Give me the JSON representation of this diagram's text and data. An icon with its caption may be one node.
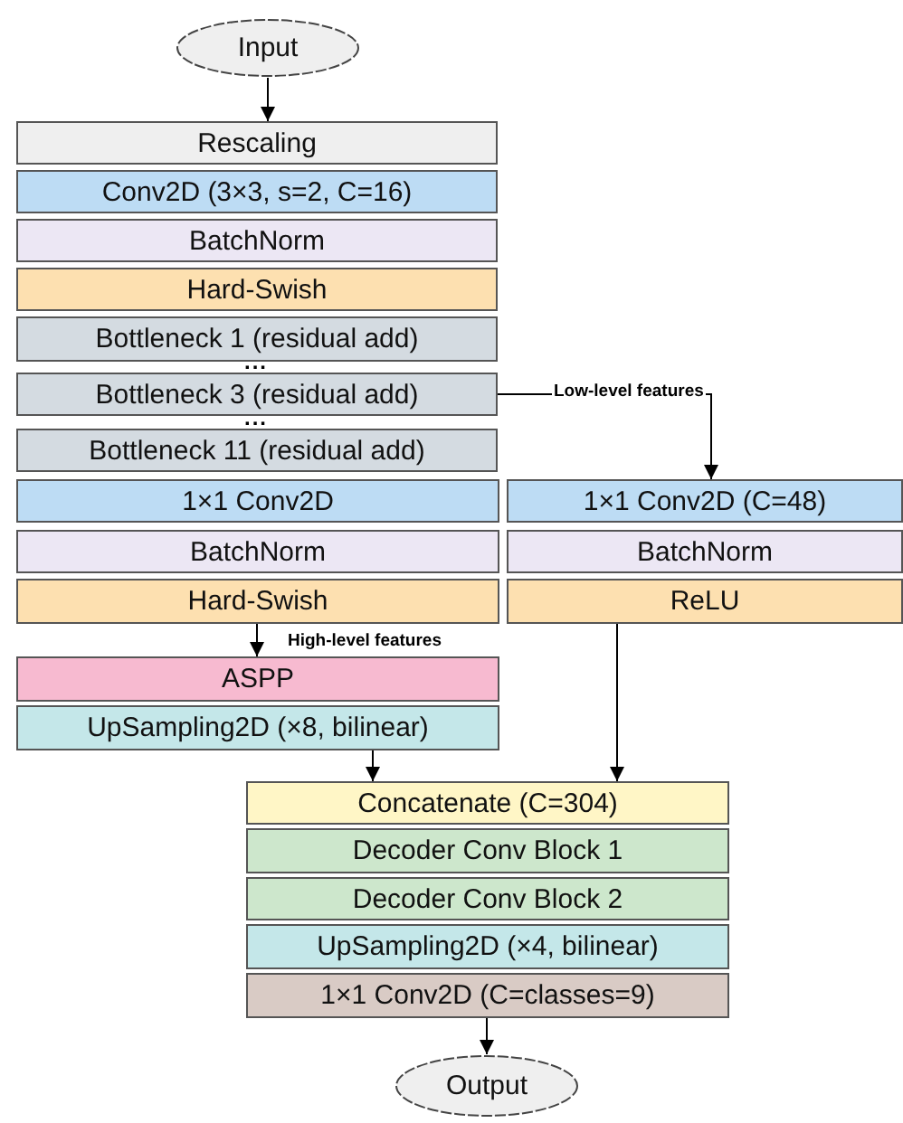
{
  "diagram": {
    "nodes": [
      {
        "text": [
          "Input"
        ]
      },
      {
        "text": [
          "Rescaling"
        ]
      },
      {
        "text": [
          "Conv2D (3×3, s=2, C=16)"
        ]
      },
      {
        "text": [
          "BatchNorm"
        ]
      },
      {
        "text": [
          "Hard-Swish"
        ]
      },
      {
        "text": [
          "Bottleneck 1 (residual add)"
        ]
      },
      {
        "text": [
          "Bottleneck 3 (residual add)"
        ]
      },
      {
        "text": [
          "Bottleneck 11 (residual add)"
        ]
      },
      {
        "text": [
          "1×1 Conv2D"
        ]
      },
      {
        "text": [
          "BatchNorm"
        ]
      },
      {
        "text": [
          "Hard-Swish"
        ]
      },
      {
        "text": [
          "1×1 Conv2D (C=48)"
        ]
      },
      {
        "text": [
          "BatchNorm"
        ]
      },
      {
        "text": [
          "ReLU"
        ]
      },
      {
        "text": [
          "ASPP"
        ]
      },
      {
        "text": [
          "UpSampling2D (×8, bilinear)"
        ]
      },
      {
        "text": [
          "Concatenate (C=304)"
        ]
      },
      {
        "text": [
          "Decoder Conv Block 1"
        ]
      },
      {
        "text": [
          "Decoder Conv Block 2"
        ]
      },
      {
        "text": [
          "UpSampling2D (×4, bilinear)"
        ]
      },
      {
        "text": [
          "1×1 Conv2D (C=classes=9)"
        ]
      },
      {
        "text": [
          "Output"
        ]
      }
    ],
    "edges": [
      {
        "from": 0,
        "to": 1,
        "arrow": "to"
      },
      {
        "from": 6,
        "to": 11,
        "arrow": "to",
        "label": "Low-level features"
      },
      {
        "from": 10,
        "to": 14,
        "arrow": "to",
        "label": "High-level features"
      },
      {
        "from": 15,
        "to": 16,
        "arrow": "to"
      },
      {
        "from": 13,
        "to": 16,
        "arrow": "to"
      },
      {
        "from": 20,
        "to": 21,
        "arrow": "to"
      }
    ],
    "labels": [
      "...",
      "..."
    ]
  }
}
